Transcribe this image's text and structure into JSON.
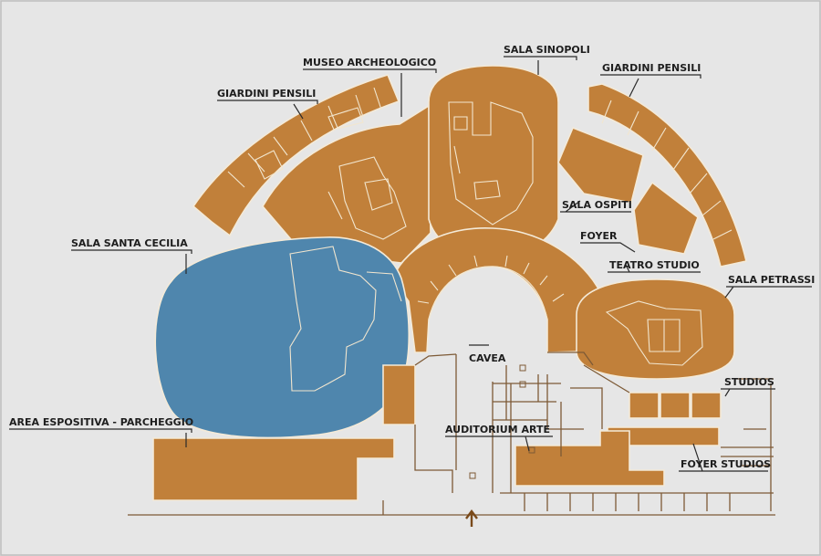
{
  "colors": {
    "background": "#e6e6e6",
    "building": "#c1803a",
    "highlight": "#4f86ad",
    "outline": "#f4ead8",
    "label": "#1e1e1e"
  },
  "labels": {
    "museo_archeologico": "MUSEO ARCHEOLOGICO",
    "sala_sinopoli": "SALA SINOPOLI",
    "giardini_pensili_left": "GIARDINI PENSILI",
    "giardini_pensili_right": "GIARDINI PENSILI",
    "sala_santa_cecilia": "SALA SANTA CECILIA",
    "sala_ospiti": "SALA OSPITI",
    "foyer": "FOYER",
    "teatro_studio": "TEATRO STUDIO",
    "sala_petrassi": "SALA PETRASSI",
    "cavea": "CAVEA",
    "studios": "STUDIOS",
    "area_espositiva": "AREA ESPOSITIVA - PARCHEGGIO",
    "auditorium_arte": "AUDITORIUM ARTE",
    "foyer_studios": "FOYER STUDIOS"
  },
  "entrance_marker": "arrow-up-icon"
}
